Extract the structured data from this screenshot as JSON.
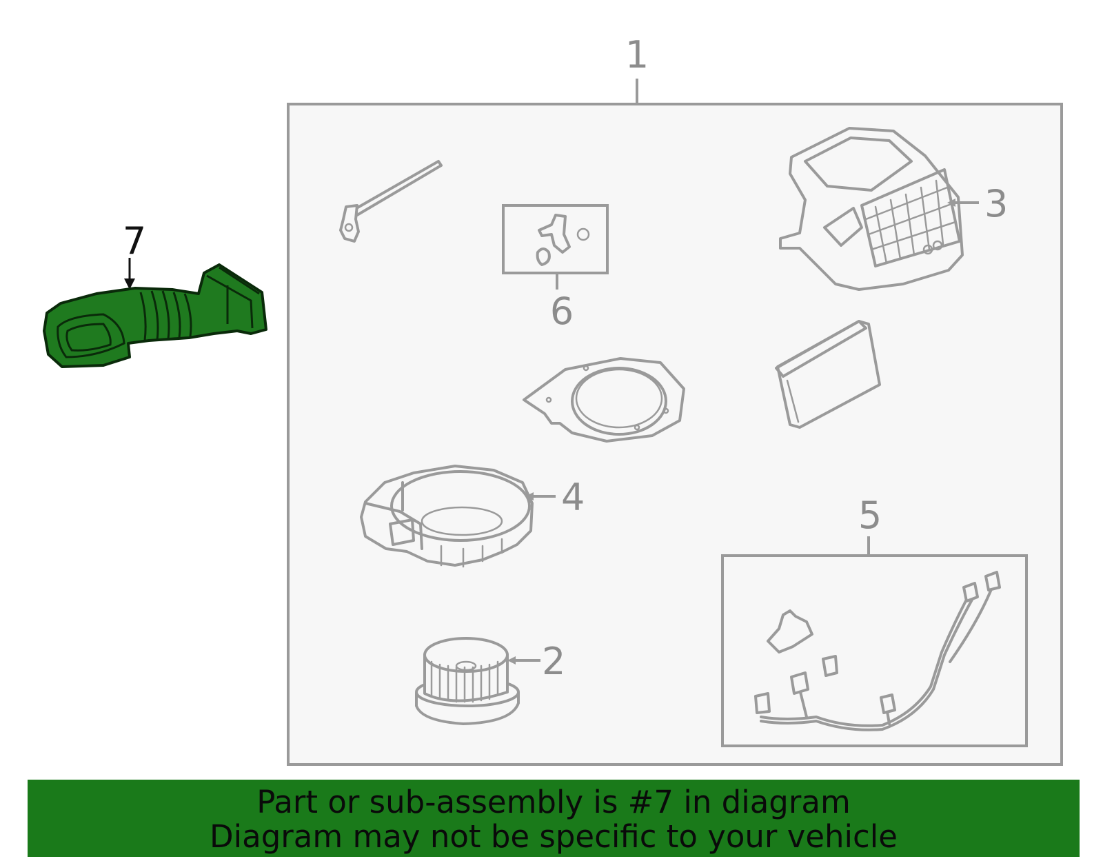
{
  "callouts": {
    "c1": "1",
    "c2": "2",
    "c3": "3",
    "c4": "4",
    "c5": "5",
    "c6": "6",
    "c7": "7"
  },
  "highlight_part": "7",
  "colors": {
    "highlight": "#1f7a1f",
    "outline": "#9a9a9a",
    "panel": "#f7f7f7",
    "banner": "#1a7a1a"
  },
  "banner": {
    "line1": "Part or sub-assembly is #7 in diagram",
    "line2": "Diagram may not be specific to your vehicle"
  }
}
